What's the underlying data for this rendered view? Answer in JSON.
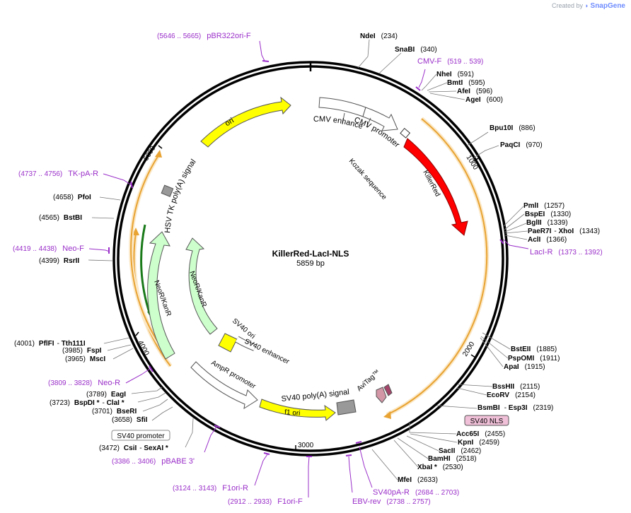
{
  "credit": {
    "prefix": "Created by",
    "brand": "SnapGene"
  },
  "plasmid": {
    "name": "KillerRed-LacI-NLS",
    "length": "5859 bp"
  },
  "scale": [
    "1000",
    "2000",
    "3000",
    "4000",
    "5000"
  ],
  "features": [
    {
      "name": "ori",
      "color": "#ffff00"
    },
    {
      "name": "CMV enhancer",
      "color": "#ffffff"
    },
    {
      "name": "CMV promoter",
      "color": "#ffffff"
    },
    {
      "name": "Kozak sequence",
      "color": "#ffffff"
    },
    {
      "name": "KillerRed",
      "color": "#ff0000"
    },
    {
      "name": "HSV TK poly(A) signal",
      "color": "#999999"
    },
    {
      "name": "NeoR/KanR",
      "color": "#ccffcc"
    },
    {
      "name": "NeoR/KanR",
      "color": "#ccffcc"
    },
    {
      "name": "SV40 ori",
      "color": "#ffff00"
    },
    {
      "name": "SV40 enhancer",
      "color": "#ffffff"
    },
    {
      "name": "AmpR promoter",
      "color": "#ffffff"
    },
    {
      "name": "SV40 poly(A) signal",
      "color": "#999999"
    },
    {
      "name": "f1 ori",
      "color": "#ffff00"
    },
    {
      "name": "AviTag™",
      "color": "#d296a6"
    },
    {
      "name": "SV40 NLS",
      "color": "#e0a0c0"
    }
  ],
  "enzymes": [
    {
      "name": "NdeI",
      "pos": "(234)"
    },
    {
      "name": "SnaBI",
      "pos": "(340)"
    },
    {
      "name": "NheI",
      "pos": "(591)"
    },
    {
      "name": "BmtI",
      "pos": "(595)"
    },
    {
      "name": "AfeI",
      "pos": "(596)"
    },
    {
      "name": "AgeI",
      "pos": "(600)"
    },
    {
      "name": "Bpu10I",
      "pos": "(886)"
    },
    {
      "name": "PaqCI",
      "pos": "(970)"
    },
    {
      "name": "PmlI",
      "pos": "(1257)"
    },
    {
      "name": "BspEI",
      "pos": "(1330)"
    },
    {
      "name": "BglII",
      "pos": "(1339)"
    },
    {
      "name": "PaeR7I",
      "name2": "XhoI",
      "pos": "(1343)"
    },
    {
      "name": "AclI",
      "pos": "(1366)"
    },
    {
      "name": "BstEII",
      "pos": "(1885)"
    },
    {
      "name": "PspOMI",
      "pos": "(1911)"
    },
    {
      "name": "ApaI",
      "pos": "(1915)"
    },
    {
      "name": "BssHII",
      "pos": "(2115)"
    },
    {
      "name": "EcoRV",
      "pos": "(2154)"
    },
    {
      "name": "BsmBI",
      "name2": "Esp3I",
      "pos": "(2319)"
    },
    {
      "name": "Acc65I",
      "pos": "(2455)"
    },
    {
      "name": "KpnI",
      "pos": "(2459)"
    },
    {
      "name": "SacII",
      "pos": "(2462)"
    },
    {
      "name": "BamHI",
      "pos": "(2518)"
    },
    {
      "name": "XbaI *",
      "pos": "(2530)"
    },
    {
      "name": "MfeI",
      "pos": "(2633)"
    },
    {
      "name": "CsiI",
      "name2": "SexAI *",
      "pos": "(3472)"
    },
    {
      "name": "SfiI",
      "pos": "(3658)"
    },
    {
      "name": "BseRI",
      "pos": "(3701)"
    },
    {
      "name": "BspDI *",
      "name2": "ClaI *",
      "pos": "(3723)"
    },
    {
      "name": "EagI",
      "pos": "(3789)"
    },
    {
      "name": "MscI",
      "pos": "(3965)"
    },
    {
      "name": "FspI",
      "pos": "(3985)"
    },
    {
      "name": "PflFI",
      "name2": "Tth111I",
      "pos": "(4001)"
    },
    {
      "name": "RsrII",
      "pos": "(4399)"
    },
    {
      "name": "BstBI",
      "pos": "(4565)"
    },
    {
      "name": "PfoI",
      "pos": "(4658)"
    }
  ],
  "primers": [
    {
      "name": "pBR322ori-F",
      "range": "(5646 .. 5665)"
    },
    {
      "name": "CMV-F",
      "range": "(519 .. 539)"
    },
    {
      "name": "LacI-R",
      "range": "(1373 .. 1392)"
    },
    {
      "name": "TK-pA-R",
      "range": "(4737 .. 4756)"
    },
    {
      "name": "Neo-F",
      "range": "(4419 .. 4438)"
    },
    {
      "name": "Neo-R",
      "range": "(3809 .. 3828)"
    },
    {
      "name": "pBABE 3'",
      "range": "(3386 .. 3406)"
    },
    {
      "name": "F1ori-R",
      "range": "(3124 .. 3143)"
    },
    {
      "name": "F1ori-F",
      "range": "(2912 .. 2933)"
    },
    {
      "name": "EBV-rev",
      "range": "(2738 .. 2757)"
    },
    {
      "name": "SV40pA-R",
      "range": "(2684 .. 2703)"
    }
  ],
  "boxed": {
    "sv40_promoter": "SV40 promoter"
  }
}
